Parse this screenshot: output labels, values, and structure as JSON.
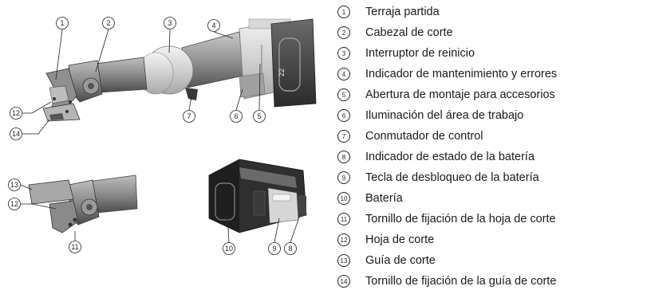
{
  "legend": [
    {
      "num": "1",
      "label": "Terraja partida"
    },
    {
      "num": "2",
      "label": "Cabezal de corte"
    },
    {
      "num": "3",
      "label": "Interruptor de reinicio"
    },
    {
      "num": "4",
      "label": "Indicador de mantenimiento y errores"
    },
    {
      "num": "5",
      "label": "Abertura de montaje para accesorios"
    },
    {
      "num": "6",
      "label": "Iluminación del área de trabajo"
    },
    {
      "num": "7",
      "label": "Conmutador de control"
    },
    {
      "num": "8",
      "label": "Indicador de estado de la batería"
    },
    {
      "num": "9",
      "label": "Tecla de desbloqueo de la batería"
    },
    {
      "num": "10",
      "label": "Batería"
    },
    {
      "num": "11",
      "label": "Tornillo de fijación de la hoja de corte"
    },
    {
      "num": "12",
      "label": "Hoja de corte"
    },
    {
      "num": "13",
      "label": "Guía de corte"
    },
    {
      "num": "14",
      "label": "Tornillo de fijación de la guía de corte"
    }
  ],
  "figure": {
    "battery_marking": "22",
    "callouts": {
      "c1": "1",
      "c2": "2",
      "c3": "3",
      "c4": "4",
      "c5": "5",
      "c6": "6",
      "c7": "7",
      "c12a": "12",
      "c14": "14",
      "c13": "13",
      "c12b": "12",
      "c11": "11",
      "c10": "10",
      "c9": "9",
      "c8": "8"
    }
  }
}
